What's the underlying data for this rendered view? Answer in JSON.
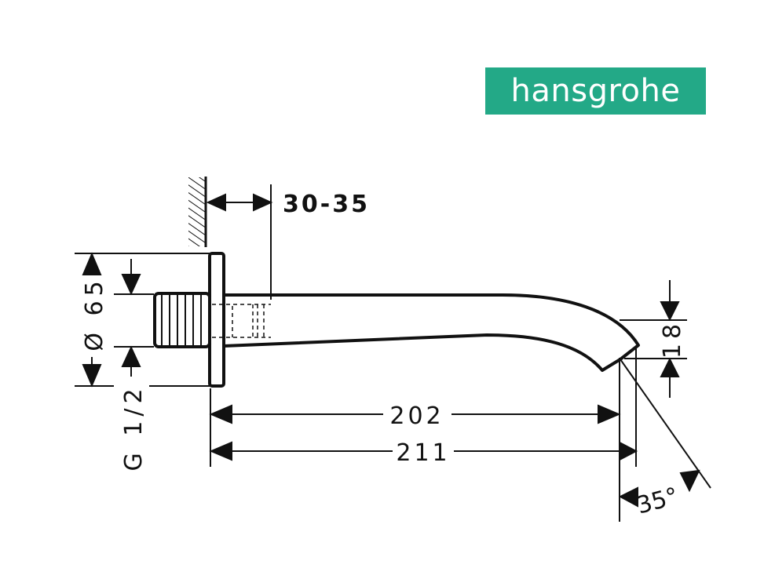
{
  "brand": {
    "name": "hansgrohe",
    "color": "#23A987"
  },
  "dimensions": {
    "wall_distance": "30-35",
    "flange_diameter": "Ø 65",
    "thread": "G 1/2",
    "length_inner": "202",
    "length_outer": "211",
    "outlet_height": "18",
    "outlet_angle": "35°"
  }
}
